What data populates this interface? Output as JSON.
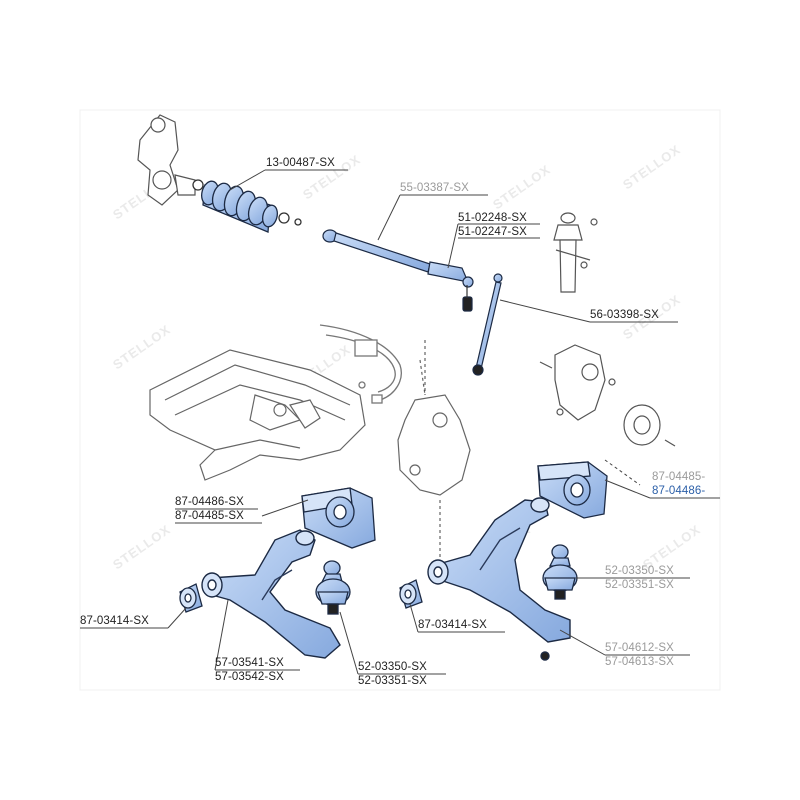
{
  "watermark": {
    "text": "STELLOX",
    "color": "#e6e6e6"
  },
  "colors": {
    "part_fill": "#a8c4ec",
    "part_stroke": "#1c2a44",
    "outline": "#6a6a6a",
    "blue_label": "#2b5fa8"
  },
  "labels": {
    "steering_boot": "13-00487-SX",
    "tie_rod": "55-03387-SX",
    "tie_rod_end_a": "51-02248-SX",
    "tie_rod_end_b": "51-02247-SX",
    "stabilizer_link": "56-03398-SX",
    "bushing_right_a": "87-04485-",
    "bushing_right_b": "87-04486-",
    "bushing_left_a": "87-04486-SX",
    "bushing_left_b": "87-04485-SX",
    "ball_joint_right_a": "52-03350-SX",
    "ball_joint_right_b": "52-03351-SX",
    "front_bushing_left": "87-03414-SX",
    "front_bushing_right": "87-03414-SX",
    "control_arm_left_a": "57-03541-SX",
    "control_arm_left_b": "57-03542-SX",
    "ball_joint_left_a": "52-03350-SX",
    "ball_joint_left_b": "52-03351-SX",
    "control_arm_right_a": "57-04612-SX",
    "control_arm_right_b": "57-04613-SX"
  }
}
